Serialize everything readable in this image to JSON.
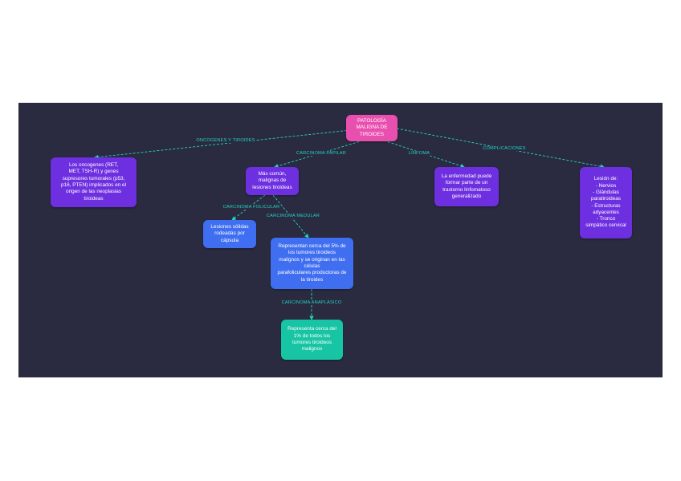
{
  "colors": {
    "background": "#2a2a40",
    "edge": "#22d6c0",
    "root": "#e94fae",
    "purple": "#6d2fe0",
    "blue": "#3f6ef0",
    "teal": "#17c4a4"
  },
  "root": {
    "text": "PATOLOGÍA\nMALIGNA DE\nTIROIDES"
  },
  "edges": {
    "e1": "ONCOGENES Y TIROIDES",
    "e2": "CARCINOMA PAPILAR",
    "e3": "LINFOMA",
    "e4": "COMPLICACIONES",
    "e5": "CARCINOMA FOLICULAR",
    "e6": "CARCINOMA MEDULAR",
    "e7": "CARCINOMA ANAPLÁSICO"
  },
  "nodes": {
    "oncogenes": "Los oncogenes (RET,\nMET, TSH-R) y genes\nsupresores tumorales (p53,\np16, PTEN) implicados en el\norigen de las neoplasias\ntiroideas",
    "papilar": "Más común,\nmalignas de\nlesiones tiroideas",
    "linfoma": "La enfermedad puede\nformar parte de un\ntrastorno linfomatoso\ngeneralizado",
    "complicaciones": "Lesión de:\n- Nervios\n- Glándulas\nparatiroideas\n- Estructuras\nadyacentes\n- Tronco\nsimpático cervical",
    "folicular": "Lesiones sólidas\nrodeadas por\ncápsula",
    "medular": "Representan cerca del 5% de\nlos tumores tiroideos\nmalignos y se originan en las\ncélulas\nparafoliculares productoras de\nla tiroides",
    "anaplasico": "Representa cerca del\n1% de todos los\ntumores tiroideos\nmalignos"
  }
}
